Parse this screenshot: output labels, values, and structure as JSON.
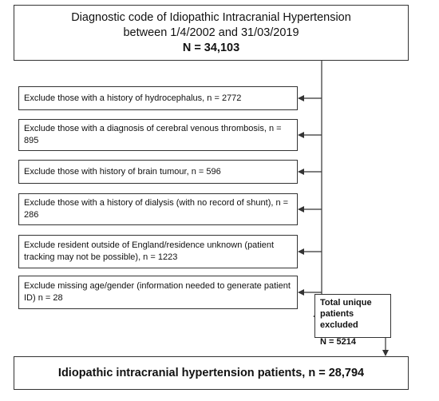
{
  "top": {
    "line1": "Diagnostic code of Idiopathic Intracranial Hypertension",
    "line2": "between 1/4/2002 and 31/03/2019",
    "n": "N = 34,103"
  },
  "exclusions": [
    "Exclude those with a history of hydrocephalus, n = 2772",
    "Exclude those with a diagnosis of cerebral venous thrombosis, n = 895",
    "Exclude those with history of brain tumour, n = 596",
    "Exclude those with a history of dialysis (with no record of shunt), n = 286",
    "Exclude resident outside of England/residence unknown (patient tracking may not be possible), n = 1223",
    "Exclude missing age/gender (information needed to generate patient ID) n = 28"
  ],
  "total_excluded": {
    "label": "Total unique patients excluded",
    "n": "N = 5214"
  },
  "result": "Idiopathic intracranial hypertension patients, n = 28,794",
  "colors": {
    "stroke": "#333333",
    "text": "#111111"
  }
}
